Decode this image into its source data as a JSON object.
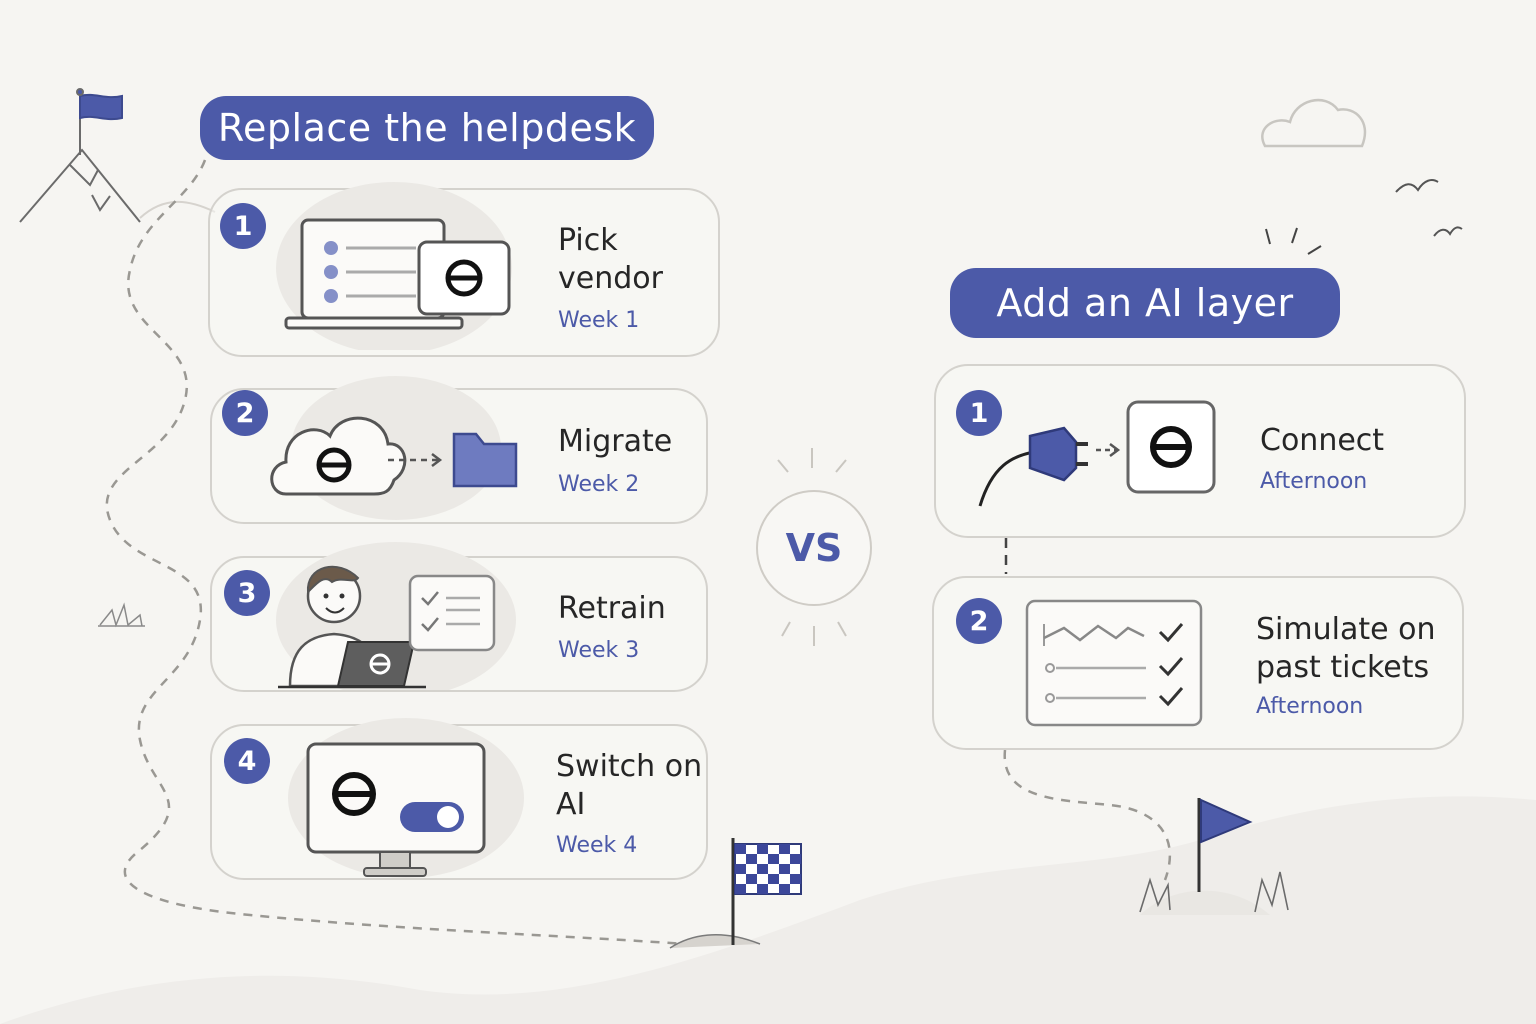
{
  "left": {
    "title": "Replace the helpdesk",
    "steps": [
      {
        "num": "1",
        "title": "Pick\nvendor",
        "time": "Week 1"
      },
      {
        "num": "2",
        "title": "Migrate",
        "time": "Week 2"
      },
      {
        "num": "3",
        "title": "Retrain",
        "time": "Week 3"
      },
      {
        "num": "4",
        "title": "Switch on\nAI",
        "time": "Week 4"
      }
    ]
  },
  "vs_label": "VS",
  "right": {
    "title": "Add an AI layer",
    "steps": [
      {
        "num": "1",
        "title": "Connect",
        "time": "Afternoon"
      },
      {
        "num": "2",
        "title": "Simulate on\npast tickets",
        "time": "Afternoon"
      }
    ]
  },
  "colors": {
    "accent": "#4c5aa8",
    "line": "#5a5a5a",
    "card_border": "#d4d2cd"
  },
  "icons": [
    "laptop-list-icon",
    "logo-icon",
    "cloud-icon",
    "folder-icon",
    "person-laptop-icon",
    "checklist-icon",
    "monitor-toggle-icon",
    "plug-icon",
    "chart-checklist-icon",
    "flag-icon",
    "checkered-flag-icon",
    "cloud-decor-icon",
    "bird-icon"
  ]
}
